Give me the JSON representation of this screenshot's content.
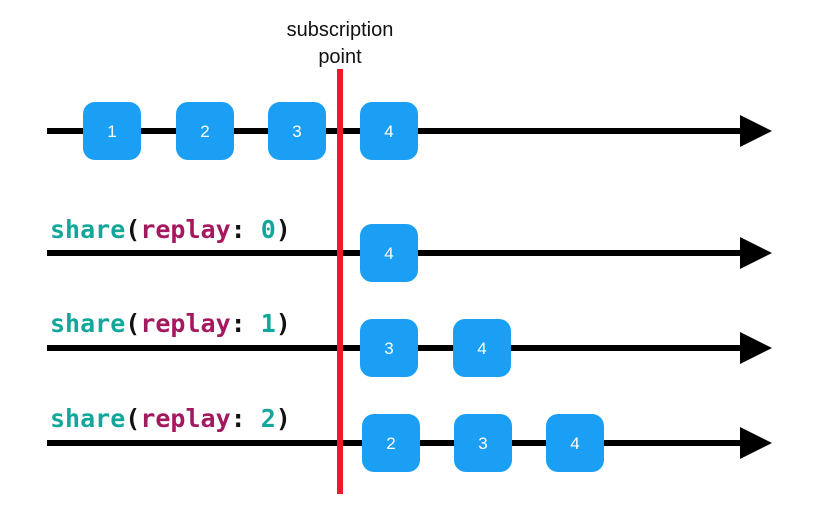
{
  "subscription_label": {
    "line1": "subscription",
    "line2": "point"
  },
  "colors": {
    "timeline": "#000000",
    "marble": "#1a9ff5",
    "marble_text": "#ffffff",
    "subscription_line": "#f0182a",
    "code_function": "#12a79a",
    "code_keyword": "#a3195f",
    "code_text": "#111111"
  },
  "timelines": [
    {
      "id": "source",
      "label": null,
      "marbles": [
        "1",
        "2",
        "3",
        "4"
      ]
    },
    {
      "id": "replay-0",
      "label": {
        "func": "share",
        "open": "(",
        "param": "replay",
        "colon": ":",
        "value": "0",
        "close": ")"
      },
      "marbles": [
        "4"
      ]
    },
    {
      "id": "replay-1",
      "label": {
        "func": "share",
        "open": "(",
        "param": "replay",
        "colon": ":",
        "value": "1",
        "close": ")"
      },
      "marbles": [
        "3",
        "4"
      ]
    },
    {
      "id": "replay-2",
      "label": {
        "func": "share",
        "open": "(",
        "param": "replay",
        "colon": ":",
        "value": "2",
        "close": ")"
      },
      "marbles": [
        "2",
        "3",
        "4"
      ]
    }
  ]
}
